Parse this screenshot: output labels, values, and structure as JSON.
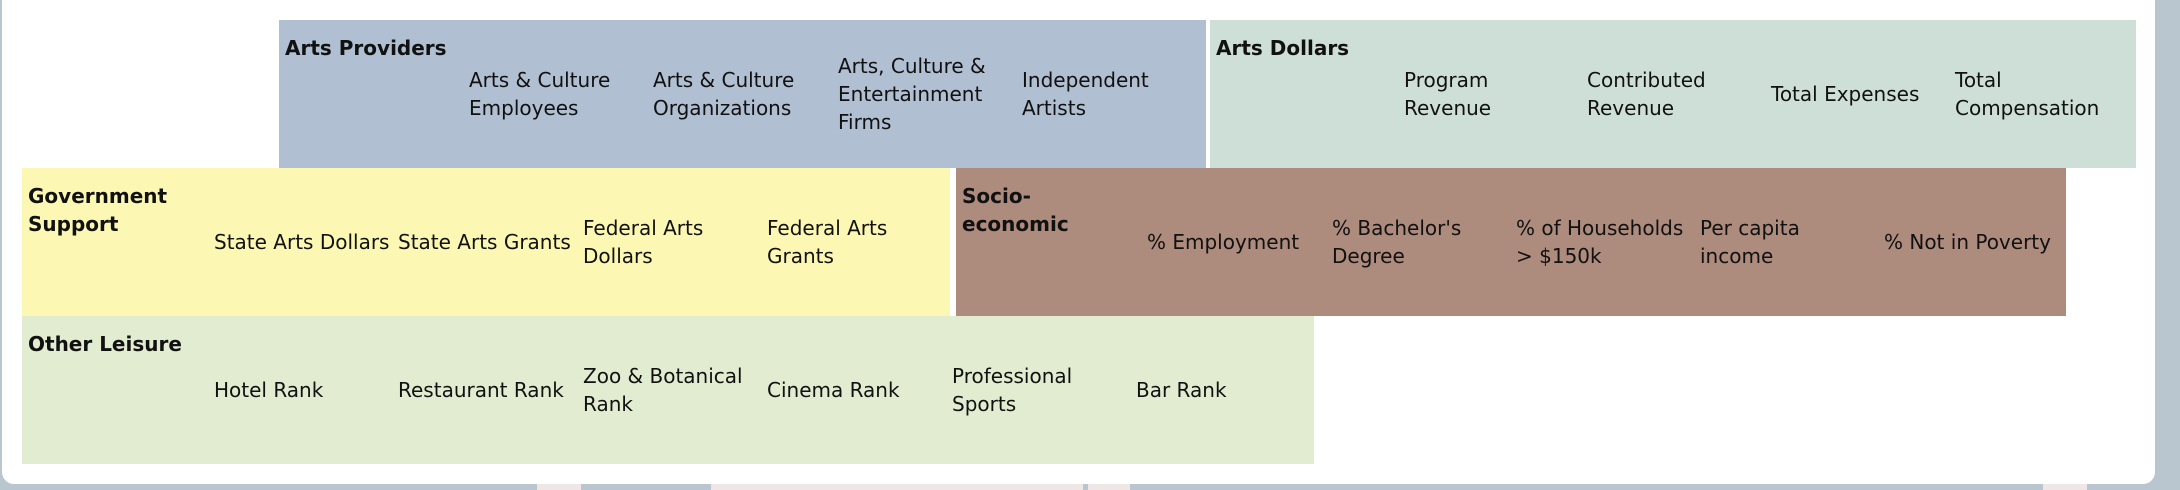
{
  "providers": {
    "title": "Arts Providers",
    "items": [
      "Arts & Culture Employees",
      "Arts & Culture Organizations",
      "Arts, Culture & Entertainment Firms",
      "Independent Artists"
    ],
    "color": "#b0bfd2"
  },
  "dollars": {
    "title": "Arts Dollars",
    "items": [
      "Program Revenue",
      "Contributed Revenue",
      "Total Expenses",
      "Total Compensation"
    ],
    "color": "#cedfd7"
  },
  "gov": {
    "title": "Government Support",
    "items": [
      "State Arts Dollars",
      "State Arts Grants",
      "Federal Arts Dollars",
      "Federal Arts Grants"
    ],
    "color": "#fcf7b2"
  },
  "socio": {
    "title": "Socio-economic",
    "items": [
      "% Employment",
      "% Bachelor's Degree",
      "% of Households > $150k",
      "Per capita income",
      "% Not in Poverty"
    ],
    "color": "#ad8b7d"
  },
  "leisure": {
    "title": "Other Leisure",
    "items": [
      "Hotel Rank",
      "Restaurant Rank",
      "Zoo & Botanical Rank",
      "Cinema Rank",
      "Professional Sports",
      "Bar Rank"
    ],
    "color": "#e2ecd1"
  }
}
